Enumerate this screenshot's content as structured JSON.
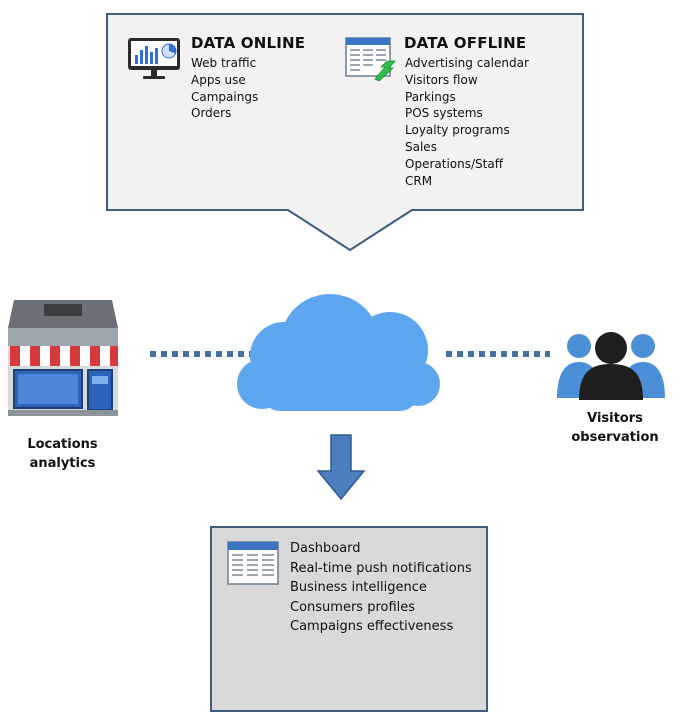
{
  "data_online": {
    "title": "DATA ONLINE",
    "items": [
      "Web traffic",
      "Apps use",
      "Campaings",
      "Orders"
    ],
    "icon": "monitor-chart-icon"
  },
  "data_offline": {
    "title": "DATA OFFLINE",
    "items": [
      "Advertising calendar",
      "Visitors flow",
      "Parkings",
      "POS systems",
      "Loyalty programs",
      "Sales",
      "Operations/Staff",
      "CRM"
    ],
    "icon": "spreadsheet-export-icon"
  },
  "locations": {
    "caption_line1": "Locations",
    "caption_line2": "analytics",
    "icon": "storefront-icon"
  },
  "visitors": {
    "caption_line1": "Visitors",
    "caption_line2": "observation",
    "icon": "people-group-icon"
  },
  "cloud": {
    "icon": "cloud-icon"
  },
  "results": {
    "items": [
      "Dashboard",
      "Real-time push notifications",
      "Business intelligence",
      "Consumers profiles",
      "Campaigns effectiveness"
    ],
    "icon": "dashboard-table-icon"
  },
  "colors": {
    "box_border": "#3e5e80",
    "callout_fill": "#f2f2f2",
    "result_fill": "#d9d9d9",
    "cloud": "#5ea7f0",
    "dots": "#41719c",
    "arrow": "#4d7ebf"
  }
}
